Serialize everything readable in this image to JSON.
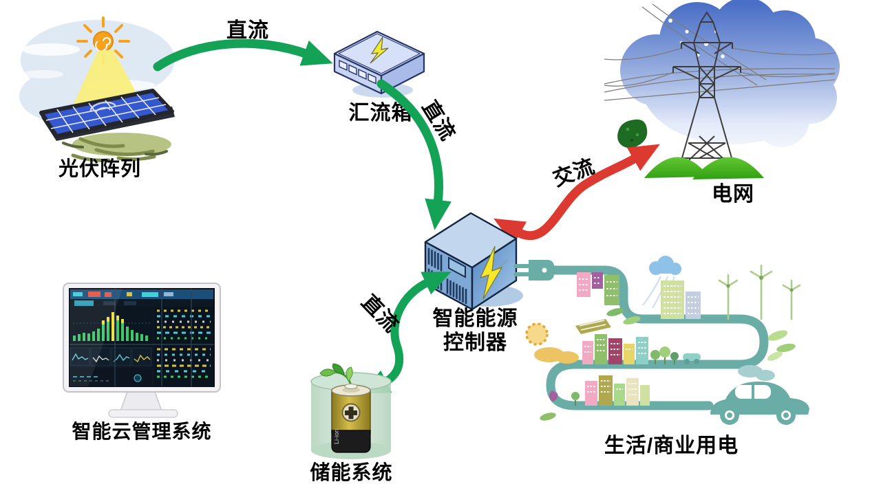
{
  "nodes": {
    "pv": {
      "label": "光伏阵列"
    },
    "combiner": {
      "label": "汇流箱"
    },
    "grid": {
      "label": "电网"
    },
    "controller": {
      "label_line1": "智能能源",
      "label_line2": "控制器"
    },
    "storage": {
      "label": "储能系统",
      "battery_text": "Li-ion"
    },
    "cloud_mgmt": {
      "label": "智能云管理系统"
    },
    "consumption": {
      "label": "生活/商业用电"
    }
  },
  "edges": {
    "pv_to_combiner": {
      "label": "直流",
      "type": "dc",
      "bidirectional": false
    },
    "combiner_to_controller": {
      "label": "直流",
      "type": "dc",
      "bidirectional": false
    },
    "controller_grid": {
      "label": "交流",
      "type": "ac",
      "bidirectional": true
    },
    "controller_storage": {
      "label": "直流",
      "type": "dc",
      "bidirectional": true
    }
  },
  "colors": {
    "dc_arrow": "#14a356",
    "ac_arrow": "#dc3a31",
    "cord_teal": "#6aaca6",
    "background": "#ffffff"
  }
}
